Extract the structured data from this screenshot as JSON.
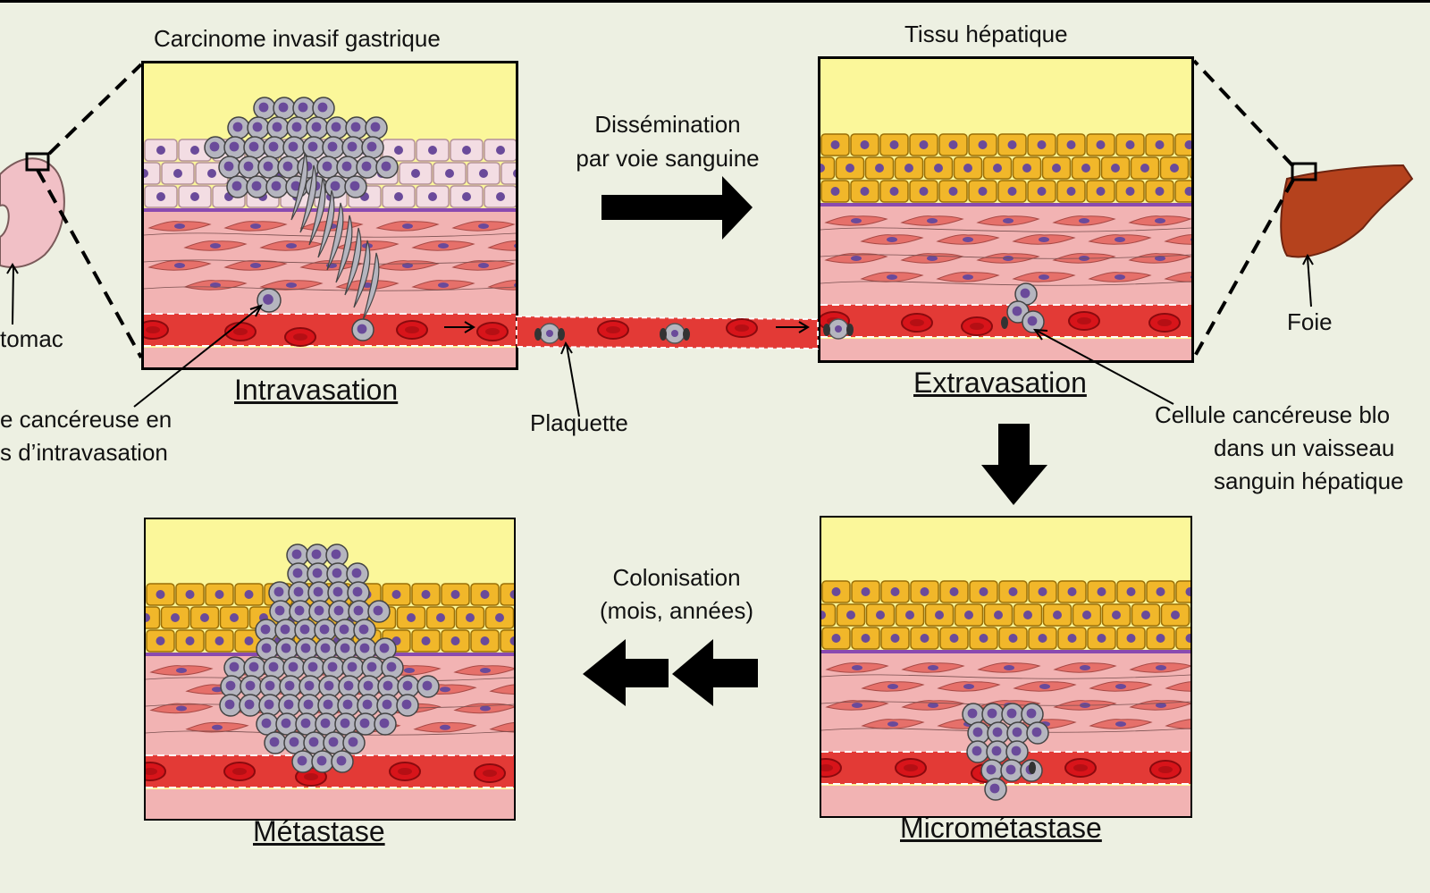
{
  "labels": {
    "carcinome_title": "Carcinome invasif  gastrique",
    "tissu_title": "Tissu hépatique",
    "dissemination_line1": "Dissémination",
    "dissemination_line2": "par voie sanguine",
    "estomac": "tomac",
    "foie": "Foie",
    "intravasation": "Intravasation",
    "extravasation": "Extravasation",
    "plaquette": "Plaquette",
    "cancer_cell_intra_line1": "e cancéreuse en",
    "cancer_cell_intra_line2": "s d’intravasation",
    "blocked_cell_line1": "Cellule cancéreuse blo",
    "blocked_cell_line2": "dans un vaisseau",
    "blocked_cell_line3": "sanguin hépatique",
    "colonisation_line1": "Colonisation",
    "colonisation_line2": "(mois, années)",
    "metastase": "Métastase",
    "micrometastase": "Micrométastase"
  },
  "colors": {
    "background": "#edf0e2",
    "lumen": "#fbf79a",
    "gastric_epithelium": "#f3dde3",
    "hepatocyte": "#f1b72a",
    "stroma": "#f2b3b3",
    "fibroblast": "#e6706a",
    "vessel": "#e33a36",
    "red_blood_cell": "#d8141a",
    "tumor_cell": "#b5b5bf",
    "nucleus": "#6a4a9a",
    "liver": "#b5421d",
    "stomach": "#f1c0c6"
  }
}
